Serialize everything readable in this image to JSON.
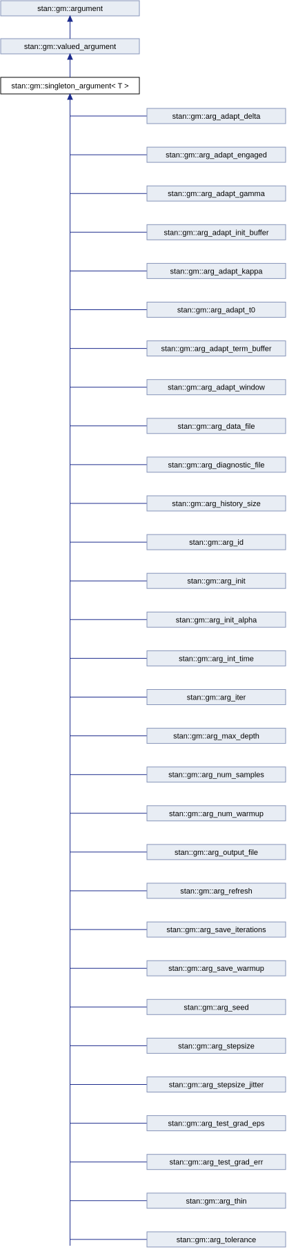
{
  "diagram": {
    "type": "inheritance-graph",
    "root": "stan::gm::argument",
    "middle": "stan::gm::valued_argument",
    "current": "stan::gm::singleton_argument< T >",
    "children": [
      "stan::gm::arg_adapt_delta",
      "stan::gm::arg_adapt_engaged",
      "stan::gm::arg_adapt_gamma",
      "stan::gm::arg_adapt_init_buffer",
      "stan::gm::arg_adapt_kappa",
      "stan::gm::arg_adapt_t0",
      "stan::gm::arg_adapt_term_buffer",
      "stan::gm::arg_adapt_window",
      "stan::gm::arg_data_file",
      "stan::gm::arg_diagnostic_file",
      "stan::gm::arg_history_size",
      "stan::gm::arg_id",
      "stan::gm::arg_init",
      "stan::gm::arg_init_alpha",
      "stan::gm::arg_int_time",
      "stan::gm::arg_iter",
      "stan::gm::arg_max_depth",
      "stan::gm::arg_num_samples",
      "stan::gm::arg_num_warmup",
      "stan::gm::arg_output_file",
      "stan::gm::arg_refresh",
      "stan::gm::arg_save_iterations",
      "stan::gm::arg_save_warmup",
      "stan::gm::arg_seed",
      "stan::gm::arg_stepsize",
      "stan::gm::arg_stepsize_jitter",
      "stan::gm::arg_test_grad_eps",
      "stan::gm::arg_test_grad_err",
      "stan::gm::arg_thin",
      "stan::gm::arg_tolerance"
    ]
  },
  "colors": {
    "node_fill": "#e8edf4",
    "node_border": "#8593b8",
    "edge": "#1b2a8c",
    "current_border": "#000000"
  }
}
